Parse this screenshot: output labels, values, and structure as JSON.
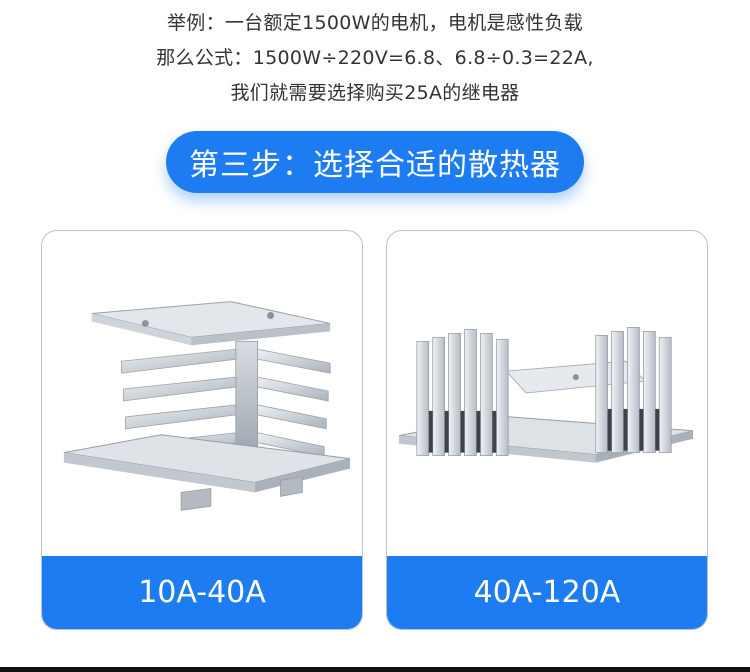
{
  "intro": {
    "line1": "举例：一台额定1500W的电机，电机是感性负载",
    "line2": "那么公式：1500W÷220V=6.8、6.8÷0.3=22A,",
    "line3": "我们就需要选择购买25A的继电器"
  },
  "step": {
    "title": "第三步：选择合适的散热器"
  },
  "cards": [
    {
      "label": "10A-40A"
    },
    {
      "label": "40A-120A"
    }
  ],
  "colors": {
    "accent": "#1e7cf2",
    "text": "#333333",
    "card_border": "#bcc3cc"
  }
}
